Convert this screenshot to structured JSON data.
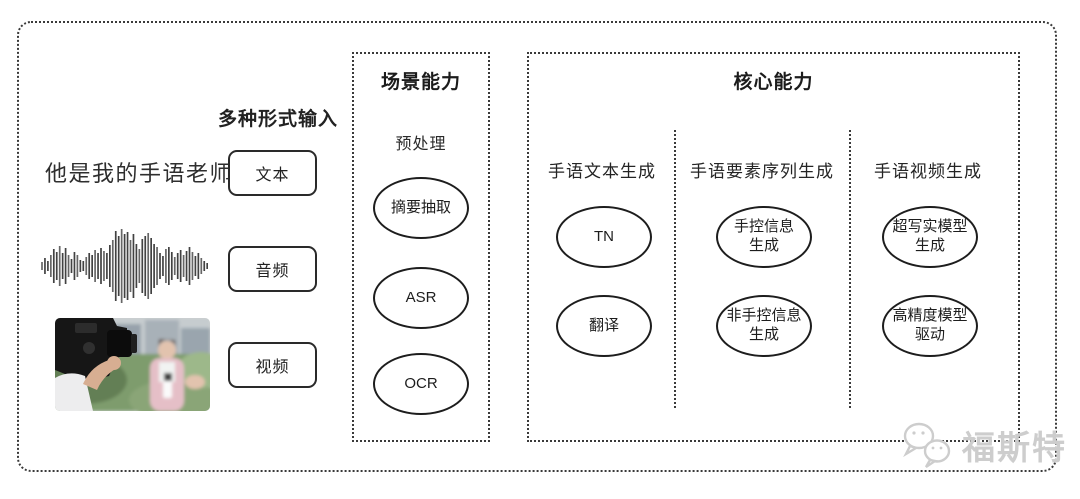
{
  "input_section": {
    "heading": "多种形式输入",
    "text_example": "他是我的手语老师",
    "modes": [
      {
        "label": "文本"
      },
      {
        "label": "音频"
      },
      {
        "label": "视频"
      }
    ]
  },
  "scene_section": {
    "title": "场景能力",
    "stage_label": "预处理",
    "nodes": [
      {
        "label": "摘要抽取"
      },
      {
        "label": "ASR"
      },
      {
        "label": "OCR"
      }
    ]
  },
  "core_section": {
    "title": "核心能力",
    "columns": [
      {
        "label": "手语文本生成",
        "nodes": [
          {
            "label": "TN"
          },
          {
            "label": "翻译"
          }
        ]
      },
      {
        "label": "手语要素序列生成",
        "nodes": [
          {
            "label": "手控信息\n生成"
          },
          {
            "label": "非手控信息\n生成"
          }
        ]
      },
      {
        "label": "手语视频生成",
        "nodes": [
          {
            "label": "超写实模型\n生成"
          },
          {
            "label": "高精度模型\n驱动"
          }
        ]
      }
    ]
  },
  "watermark": {
    "text": "福斯特"
  },
  "colors": {
    "line": "#3a3a3a",
    "watermark": "#cdcdcd"
  }
}
